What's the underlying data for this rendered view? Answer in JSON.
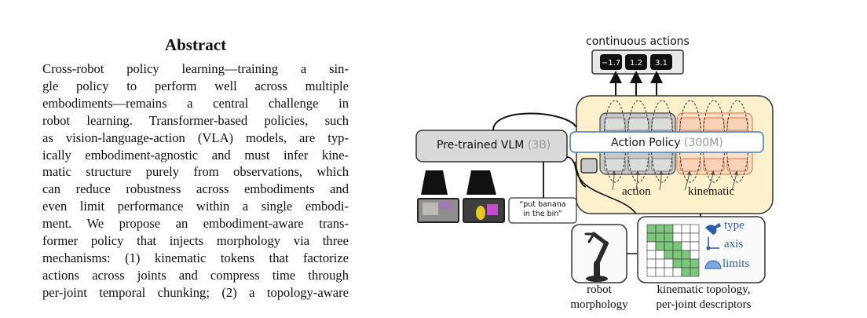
{
  "abstract": {
    "title": "Abstract",
    "lines": [
      "Cross-robot policy learning—training a sin-",
      "gle policy to perform well across multiple",
      "embodiments—remains a central challenge in",
      "robot learning. Transformer-based policies, such",
      "as vision-language-action (VLA) models, are typ-",
      "ically embodiment-agnostic and must infer kine-",
      "matic structure purely from observations, which",
      "can reduce robustness across embodiments and",
      "even limit performance within a single embodi-",
      "ment. We propose an embodiment-aware trans-",
      "former policy that injects morphology via three",
      "mechanisms: (1) kinematic tokens that factorize",
      "actions across joints and compress time through",
      "per-joint temporal chunking; (2) a topology-aware"
    ]
  },
  "figure": {
    "continuous_actions_label": "continuous actions",
    "action_values": [
      "−1.7",
      "1.2",
      "3.1"
    ],
    "vlm_label": "Pre-trained VLM",
    "vlm_size": "(3B)",
    "policy_label": "Action Policy",
    "policy_size": "(300M)",
    "action_label": "action",
    "kinematic_label": "kinematic",
    "instruction_line1": "“put banana",
    "instruction_line2": "in the bin”",
    "descriptor_type": "type",
    "descriptor_axis": "axis",
    "descriptor_limits": "limits",
    "robot_caption_line1": "robot",
    "robot_caption_line2": "morphology",
    "topology_caption_line1": "kinematic topology,",
    "topology_caption_line2": "per-joint descriptors",
    "colors": {
      "policy_bg": "#fdf0cc",
      "policy_border": "#3a3a3a",
      "action_tokens": "#bdbdbd",
      "kinematic_tokens": "#f3c8a8",
      "kinematic_border": "#e0703a",
      "policy_box_border": "#3d7fbf",
      "matrix_green": "#7cc77c",
      "descriptor_blue": "#2c5ea8"
    }
  }
}
